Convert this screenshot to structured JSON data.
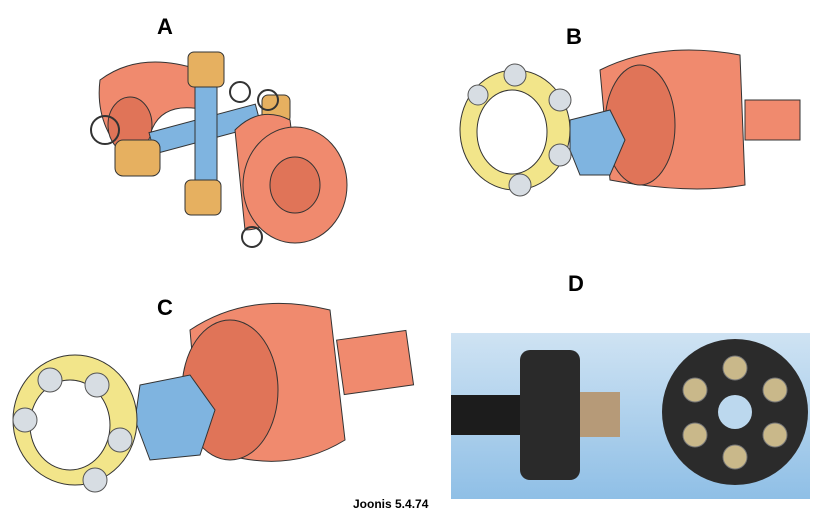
{
  "panels": [
    {
      "label": "A"
    },
    {
      "label": "B"
    },
    {
      "label": "C"
    },
    {
      "label": "D"
    }
  ],
  "caption": "Joonis 5.4.74",
  "colors": {
    "housing": "#f08a6e",
    "cross": "#7fb4e0",
    "cage": "#f2e58a",
    "cap": "#e6b060",
    "photo_bg": "#bcd8ee"
  }
}
